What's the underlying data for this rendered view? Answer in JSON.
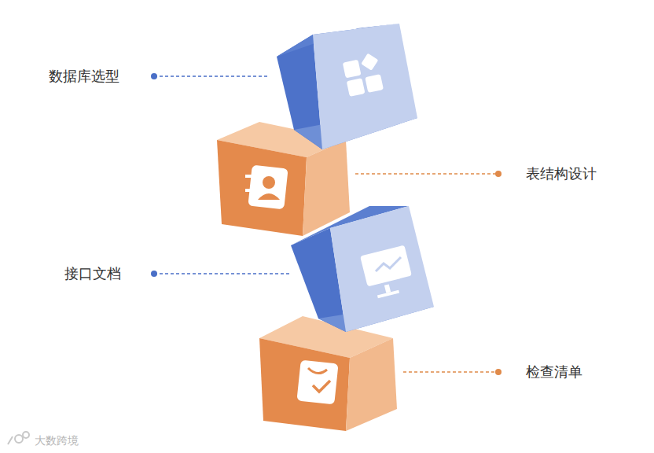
{
  "diagram": {
    "labels": [
      "数据库选型",
      "表结构设计",
      "接口文档",
      "检查清单",
      "大数跨境"
    ]
  }
}
